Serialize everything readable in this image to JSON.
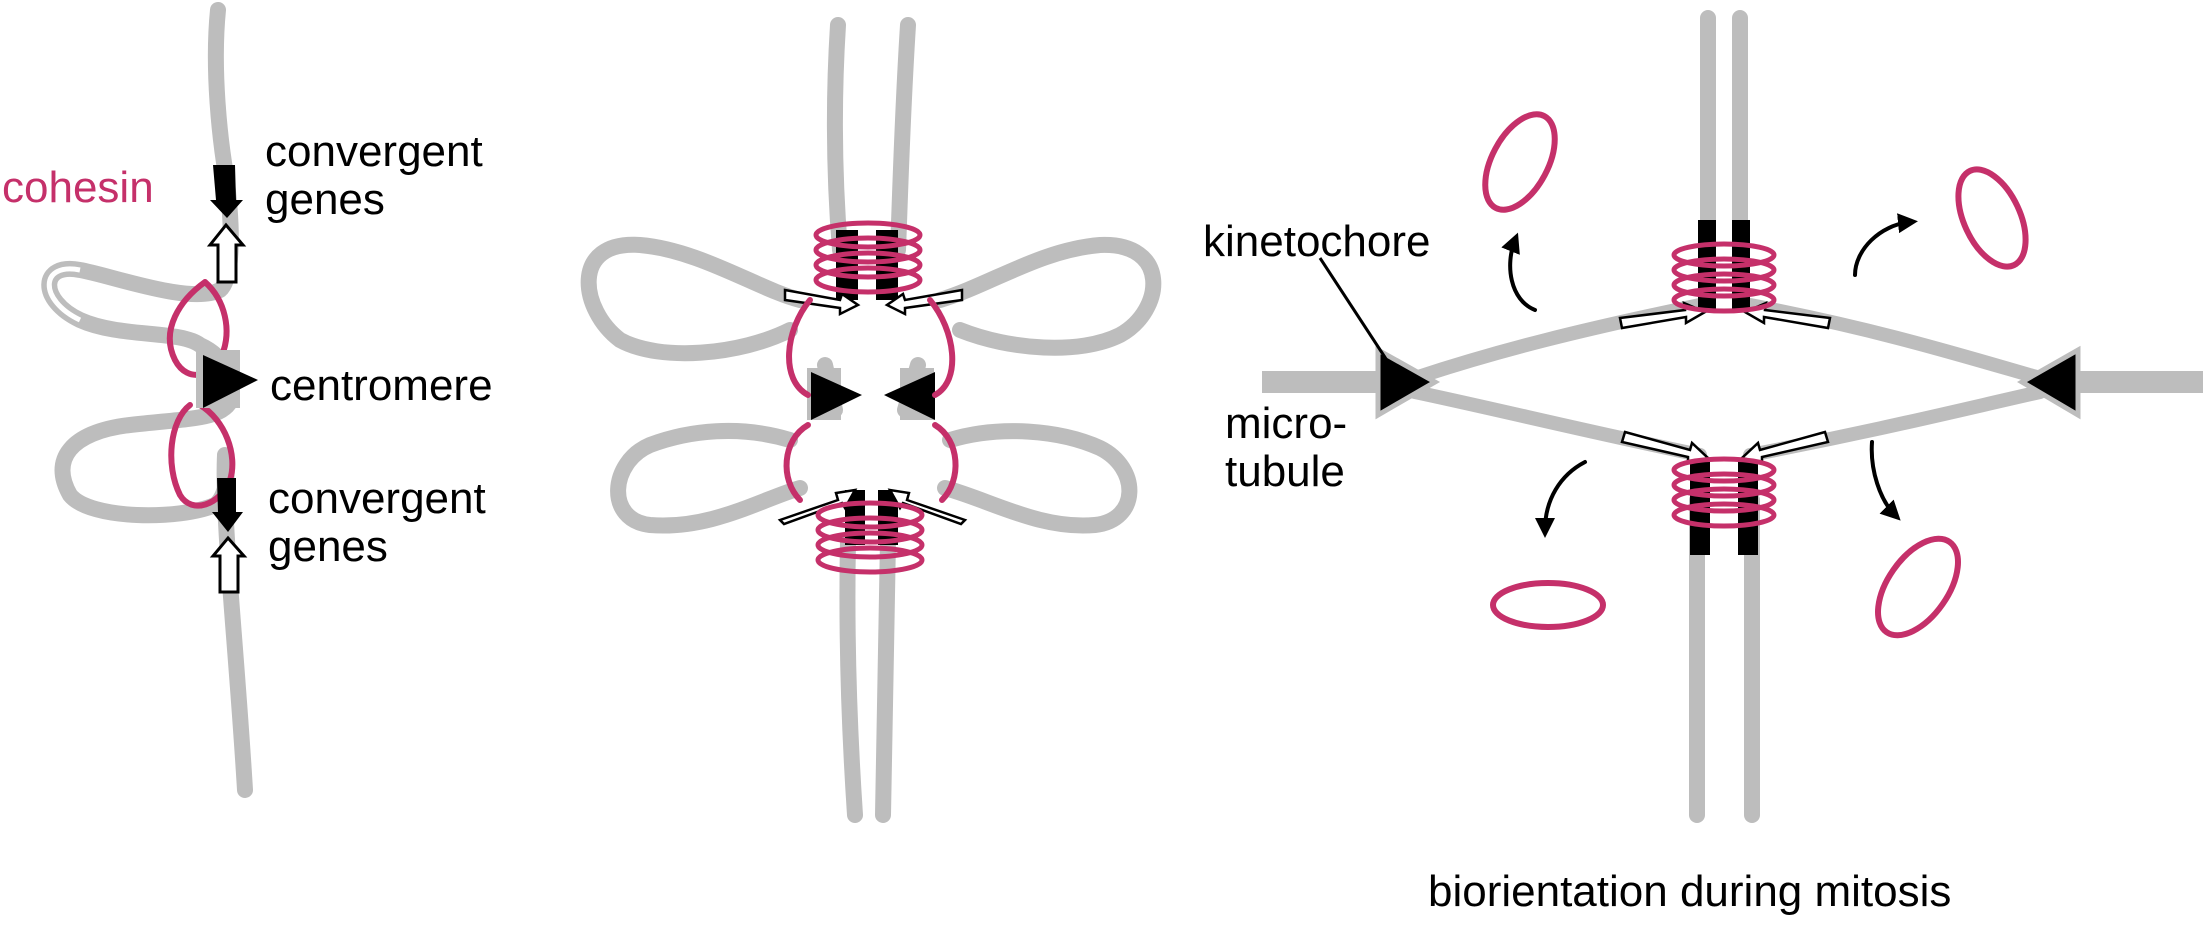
{
  "colors": {
    "chromatin": "#bdbdbd",
    "cohesin": "#c5306a",
    "kinetochore": "#000000",
    "gene_black": "#000000",
    "gene_white": "#ffffff"
  },
  "panel1": {
    "cohesin_label": "cohesin",
    "convergent_genes_top": "convergent\ngenes",
    "centromere_label": "centromere",
    "convergent_genes_bottom": "convergent\ngenes"
  },
  "panel3": {
    "kinetochore_label": "kinetochore",
    "microtubule_label": "micro-\ntubule",
    "caption": "biorientation during mitosis"
  },
  "icons": [
    "gene-arrow-icon",
    "kinetochore-triangle-icon",
    "release-arrow-icon",
    "cohesin-ring-icon"
  ]
}
